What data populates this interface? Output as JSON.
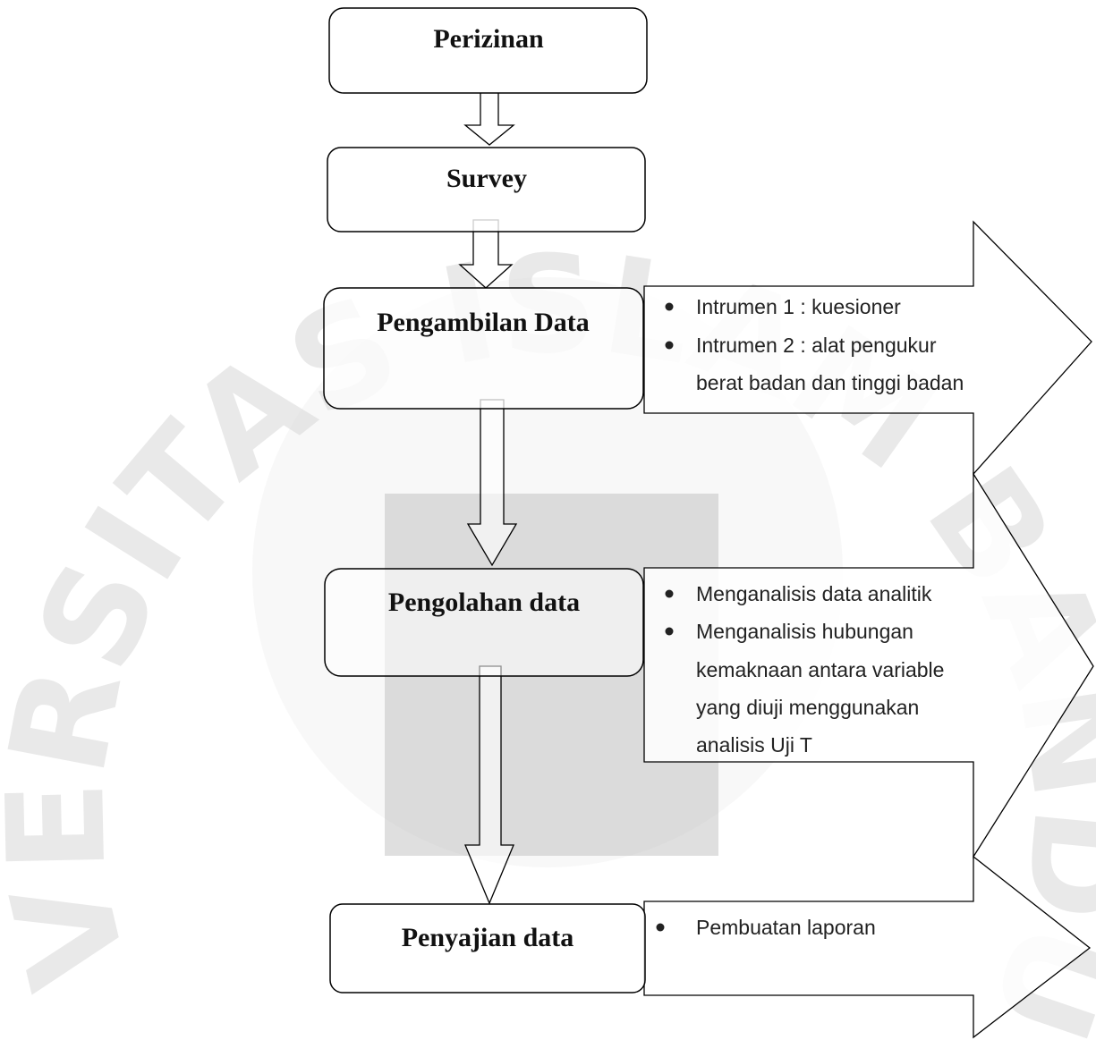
{
  "watermark": {
    "text": "UNIVERSITAS ISLAM BANDUNG",
    "color": "#d0d0d0",
    "center_square_color": "#b7b7b7"
  },
  "colors": {
    "stroke": "#000000",
    "box_fill": "#ffffff",
    "text": "#111111"
  },
  "steps": [
    {
      "label": "Perizinan"
    },
    {
      "label": "Survey"
    },
    {
      "label": "Pengambilan Data"
    },
    {
      "label": "Pengolahan data"
    },
    {
      "label": "Penyajian data"
    }
  ],
  "details": [
    {
      "step": "Pengambilan Data",
      "bullets": [
        [
          "Intrumen 1 : kuesioner"
        ],
        [
          "Intrumen 2 : alat pengukur",
          "berat badan dan tinggi badan"
        ]
      ]
    },
    {
      "step": "Pengolahan data",
      "bullets": [
        [
          "Menganalisis data analitik"
        ],
        [
          "Menganalisis hubungan",
          "kemaknaan antara variable",
          "yang diuji menggunakan",
          "analisis Uji T"
        ]
      ]
    },
    {
      "step": "Penyajian data",
      "bullets": [
        [
          "Pembuatan laporan"
        ]
      ]
    }
  ]
}
